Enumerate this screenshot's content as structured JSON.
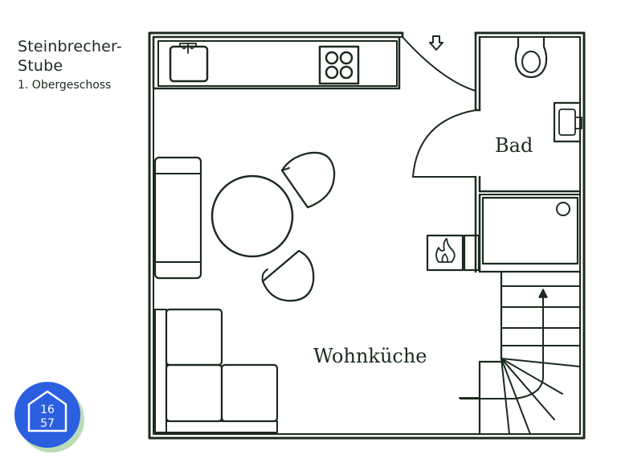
{
  "title": {
    "line1": "Steinbrecher-",
    "line2": "Stube",
    "floor": "1. Obergeschoss"
  },
  "rooms": {
    "bath": "Bad",
    "living_kitchen": "Wohnküche"
  },
  "logo": {
    "top": "16",
    "bottom": "57"
  },
  "colors": {
    "line": "#1b2a1e",
    "logo_blue": "#2b5fe0",
    "logo_shadow": "#bcdcb7"
  },
  "icons": [
    "entry-arrow-icon",
    "fire-icon",
    "stairs-arrow-icon"
  ]
}
